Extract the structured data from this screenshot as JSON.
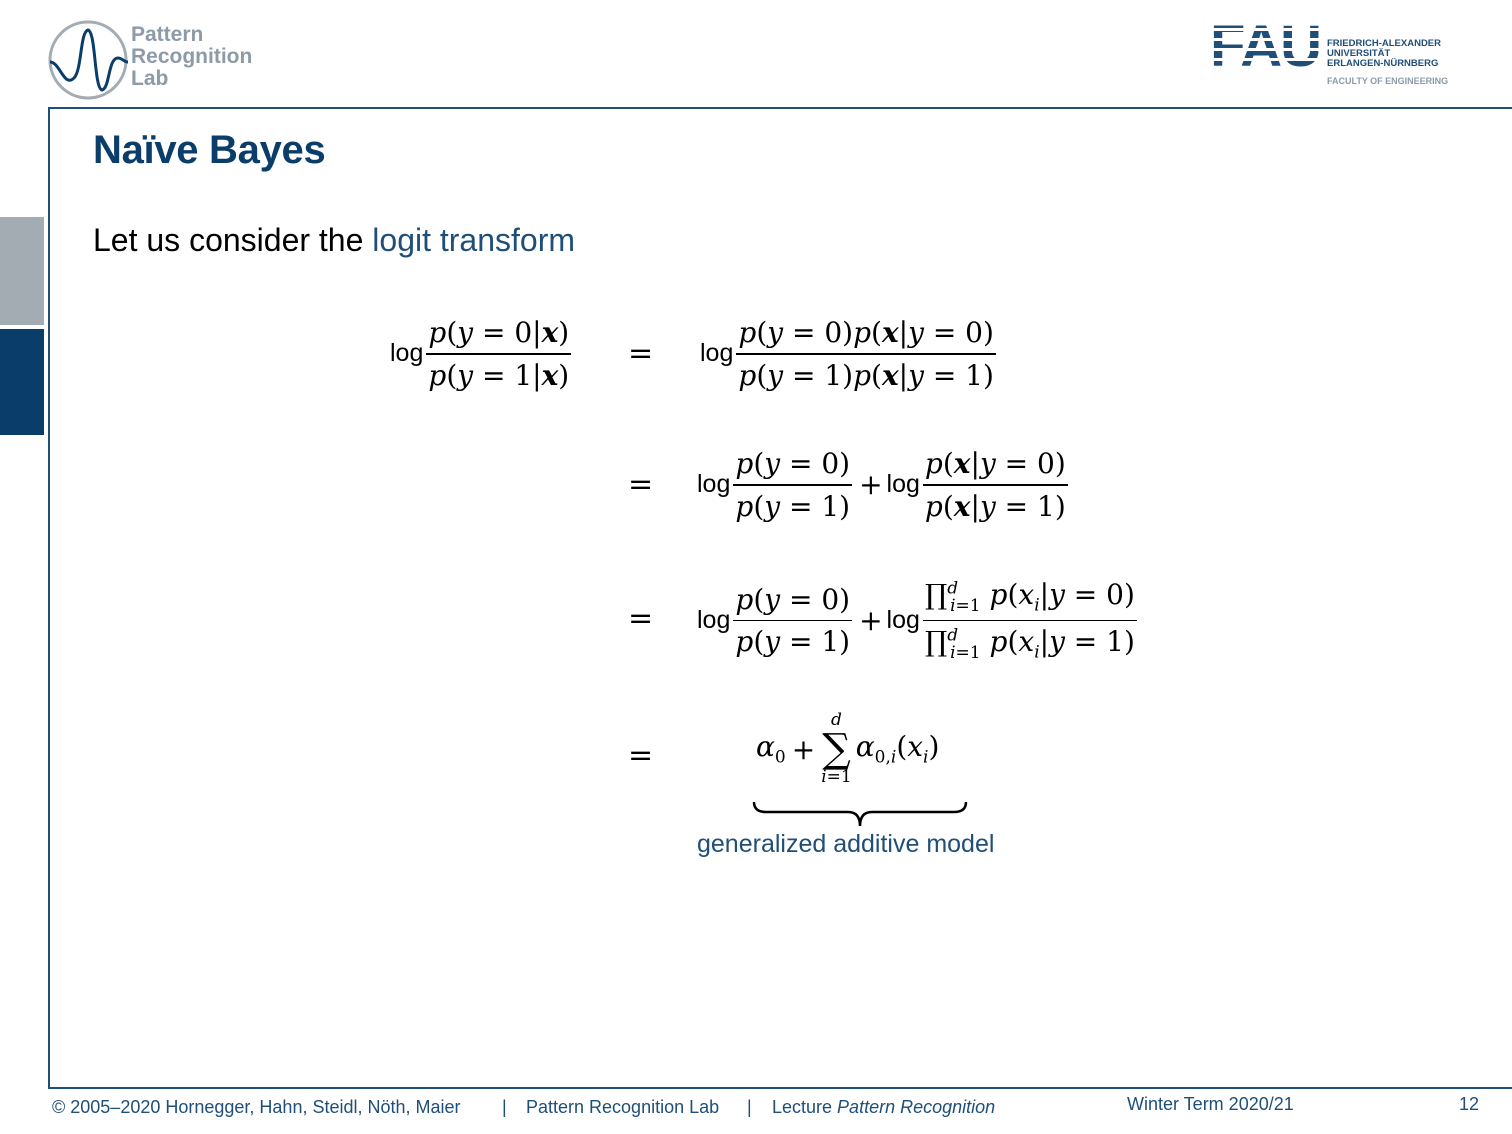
{
  "header": {
    "lab_logo_lines": [
      "Pattern",
      "Recognition",
      "Lab"
    ],
    "fau_lines": [
      "FRIEDRICH-ALEXANDER",
      "UNIVERSITÄT",
      "ERLANGEN-NÜRNBERG"
    ],
    "fau_faculty": "FACULTY OF ENGINEERING",
    "fau_mark": "FAU"
  },
  "slide": {
    "title": "Naïve Bayes",
    "intro_text": "Let us consider the ",
    "intro_highlight": "logit transform",
    "annotation": "generalized additive model"
  },
  "equations": {
    "log": "log",
    "eq": "=",
    "plus": "+",
    "lhs_num": "p(y = 0|x)",
    "lhs_den": "p(y = 1|x)",
    "r1_num": "p(y = 0)p(x|y = 0)",
    "r1_den": "p(y = 1)p(x|y = 1)",
    "prior_num": "p(y = 0)",
    "prior_den": "p(y = 1)",
    "lik_num": "p(x|y = 0)",
    "lik_den": "p(x|y = 1)",
    "prod_num": "∏ p(xi|y = 0)",
    "prod_den": "∏ p(xi|y = 1)",
    "gam_expr": "α0 + Σ α0,i(xi)"
  },
  "footer": {
    "copyright": "© 2005–2020 Hornegger, Hahn, Steidl, Nöth, Maier",
    "sep": "|",
    "lab": "Pattern Recognition Lab",
    "lecture_prefix": "Lecture ",
    "lecture_name": "Pattern Recognition",
    "term": "Winter Term 2020/21",
    "page": "12"
  },
  "colors": {
    "title_blue": "#0b3d6b",
    "accent_blue": "#1f4e79",
    "logo_gray": "#8d9aa8"
  }
}
